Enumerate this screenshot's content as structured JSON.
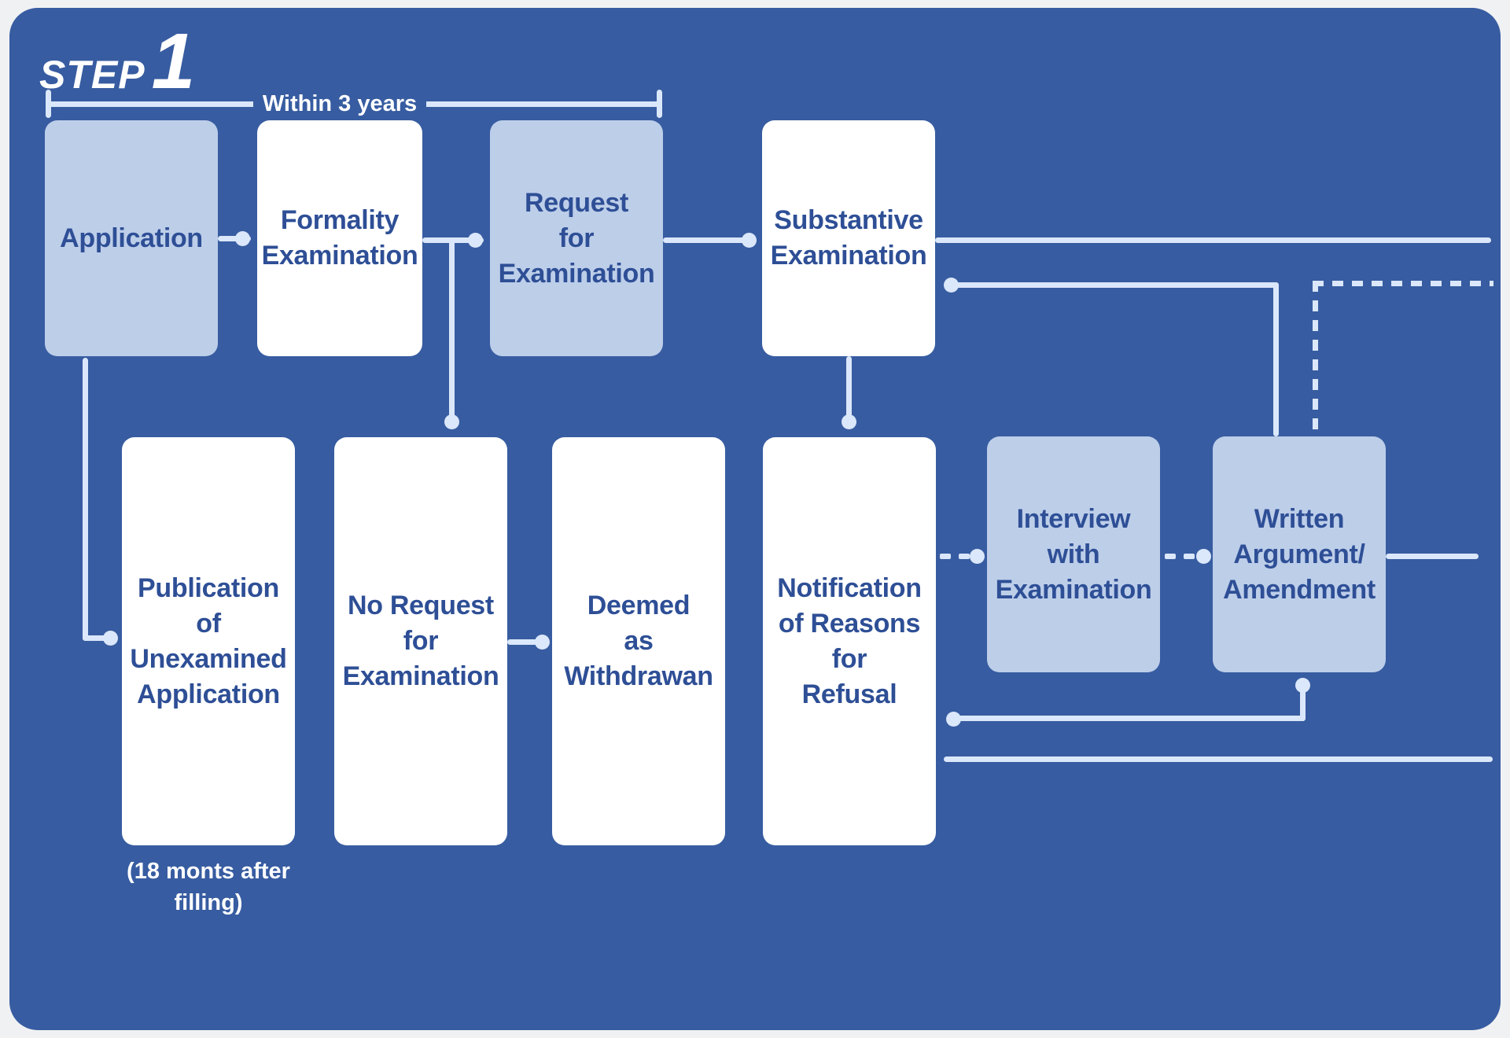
{
  "step": {
    "prefix": "STEP",
    "number": "1"
  },
  "timeline": {
    "label": "Within 3 years"
  },
  "boxes": {
    "application": {
      "label": "Application"
    },
    "formality": {
      "label": "Formality\nExamination"
    },
    "request": {
      "label": "Request\nfor\nExamination"
    },
    "substantive": {
      "label": "Substantive\nExamination"
    },
    "publication": {
      "label": "Publication\nof\nUnexamined\nApplication",
      "caption": "(18 monts after\nfilling)"
    },
    "no_request": {
      "label": "No Request\nfor\nExamination"
    },
    "deemed": {
      "label": "Deemed\nas\nWithdrawan"
    },
    "notification": {
      "label": "Notification\nof Reasons\nfor\nRefusal"
    },
    "interview": {
      "label": "Interview\nwith\nExamination"
    },
    "written": {
      "label": "Written\nArgument/\nAmendment"
    }
  },
  "colors": {
    "card_background": "#375ca1",
    "highlight_box": "#bdcee9",
    "plain_box": "#ffffff",
    "box_text": "#2e4f96",
    "connector_line": "#dbe7fa",
    "heading_text": "#ffffff"
  }
}
